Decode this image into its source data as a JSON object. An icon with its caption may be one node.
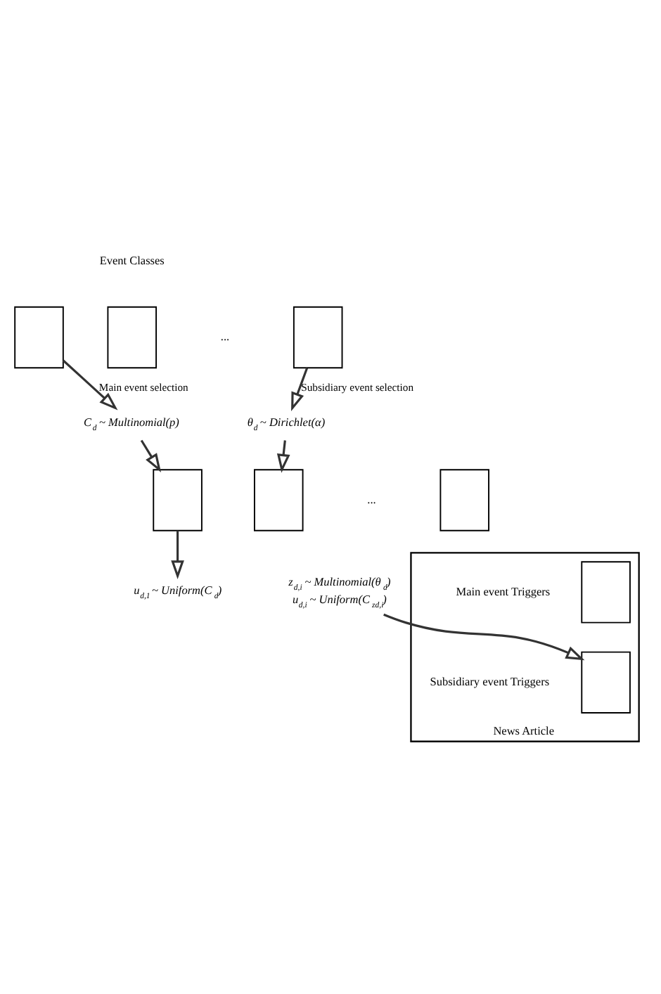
{
  "diagram": {
    "nodes": [
      {
        "text": [],
        "shape": "box"
      },
      {
        "text": [],
        "shape": "box"
      },
      {
        "text": [],
        "shape": "box"
      },
      {
        "text": [
          "C$_{d}$ ~ Multinomial(p)"
        ]
      },
      {
        "text": [],
        "shape": "box"
      },
      {
        "text": [
          "θ$_{d}$ ~ Dirichlet(α)"
        ]
      },
      {
        "text": [],
        "shape": "box"
      },
      {
        "text": [],
        "shape": "box"
      },
      {
        "text": [
          "z$_{d,i}$ ~ Multinomial(θ$_{d}$)",
          "u$_{d,i}$ ~ Uniform(C$_{zd,i}$)"
        ]
      },
      {
        "text": [
          "u$_{d,1}$ ~ Uniform(C$_{d}$)"
        ]
      },
      {
        "text": [
          "News Article"
        ]
      },
      {
        "text": [],
        "shape": "box",
        "in": 10,
        "beside": [
          "Main event Triggers"
        ]
      },
      {
        "text": [],
        "shape": "box",
        "in": 10,
        "beside": [
          "Subsidiary event Triggers"
        ]
      }
    ],
    "edges": [
      {
        "from": 0,
        "to": 3,
        "arrow": "to",
        "label": "Main event selection"
      },
      {
        "from": 2,
        "to": 5,
        "arrow": "to",
        "label": "Subsidiary event selection"
      },
      {
        "from": 3,
        "to": 4,
        "arrow": "to"
      },
      {
        "from": 5,
        "to": 6,
        "arrow": "to"
      },
      {
        "from": 4,
        "to": 9,
        "arrow": "to"
      },
      {
        "from": 8,
        "to": 12,
        "arrow": "to"
      }
    ],
    "labels": [
      "Event Classes",
      "...",
      "..."
    ]
  }
}
